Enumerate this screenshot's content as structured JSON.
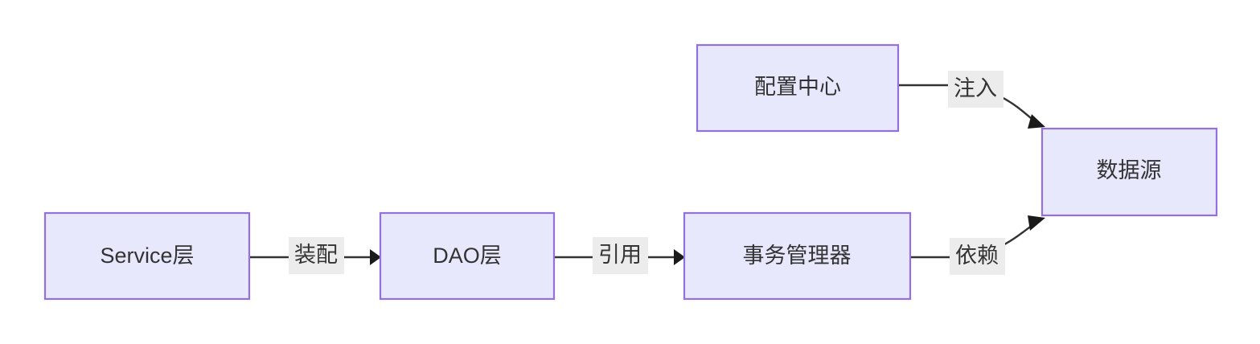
{
  "diagram": {
    "type": "flowchart",
    "direction": "left-to-right",
    "background_color": "#ffffff",
    "node_fill_color": "#e8e8fc",
    "node_border_color": "#9370db",
    "edge_color": "#333333",
    "edge_label_bg_color": "#ececec",
    "text_color": "#333333",
    "nodes": [
      {
        "id": "service",
        "label": "Service层"
      },
      {
        "id": "dao",
        "label": "DAO层"
      },
      {
        "id": "txmanager",
        "label": "事务管理器"
      },
      {
        "id": "config",
        "label": "配置中心"
      },
      {
        "id": "datasource",
        "label": "数据源"
      }
    ],
    "edges": [
      {
        "id": "e1",
        "from": "service",
        "to": "dao",
        "label": "装配",
        "shape": "straight"
      },
      {
        "id": "e2",
        "from": "dao",
        "to": "txmanager",
        "label": "引用",
        "shape": "straight"
      },
      {
        "id": "e3",
        "from": "config",
        "to": "datasource",
        "label": "注入",
        "shape": "curved"
      },
      {
        "id": "e4",
        "from": "txmanager",
        "to": "datasource",
        "label": "依赖",
        "shape": "curved"
      }
    ]
  }
}
